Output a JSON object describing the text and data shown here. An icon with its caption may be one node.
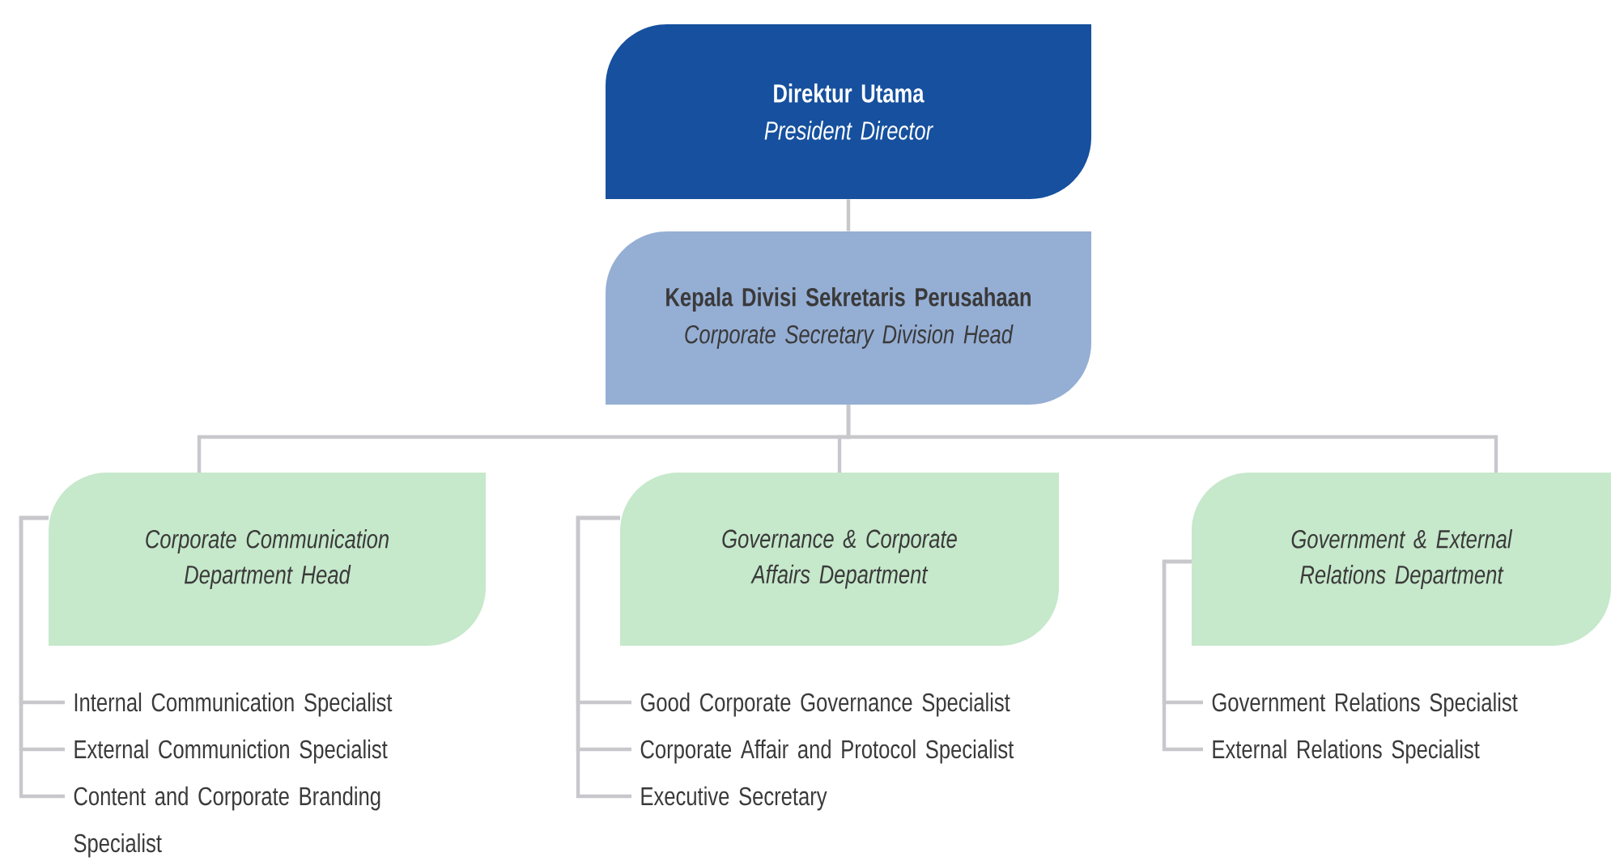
{
  "diagram": {
    "nodes": [
      {
        "text": [
          "Direktur Utama",
          "President Director"
        ]
      },
      {
        "text": [
          "Kepala Divisi Sekretaris Perusahaan",
          "Corporate Secretary Division Head"
        ]
      },
      {
        "text": [
          "Corporate Communication Department Head"
        ]
      },
      {
        "text": [
          "Governance & Corporate Affairs Department"
        ]
      },
      {
        "text": [
          "Government & External Relations Department"
        ]
      },
      {
        "text": [
          "Internal Communication Specialist"
        ]
      },
      {
        "text": [
          "External Communiction Specialist"
        ]
      },
      {
        "text": [
          "Content and Corporate Branding Specialist"
        ]
      },
      {
        "text": [
          "Good Corporate Governance Specialist"
        ]
      },
      {
        "text": [
          "Corporate Affair and Protocol Specialist"
        ]
      },
      {
        "text": [
          "Executive Secretary"
        ]
      },
      {
        "text": [
          "Government Relations Specialist"
        ]
      },
      {
        "text": [
          "External Relations Specialist"
        ]
      }
    ],
    "edges": [
      {
        "from": 0,
        "to": 1,
        "arrow": "none"
      },
      {
        "from": 1,
        "to": 2,
        "arrow": "none"
      },
      {
        "from": 1,
        "to": 3,
        "arrow": "none"
      },
      {
        "from": 1,
        "to": 4,
        "arrow": "none"
      },
      {
        "from": 2,
        "to": 5,
        "arrow": "none"
      },
      {
        "from": 2,
        "to": 6,
        "arrow": "none"
      },
      {
        "from": 2,
        "to": 7,
        "arrow": "none"
      },
      {
        "from": 3,
        "to": 8,
        "arrow": "none"
      },
      {
        "from": 3,
        "to": 9,
        "arrow": "none"
      },
      {
        "from": 3,
        "to": 10,
        "arrow": "none"
      },
      {
        "from": 4,
        "to": 11,
        "arrow": "none"
      },
      {
        "from": 4,
        "to": 12,
        "arrow": "none"
      }
    ]
  }
}
